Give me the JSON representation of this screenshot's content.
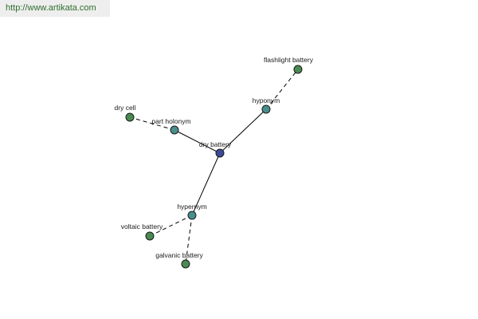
{
  "header": {
    "url_text": "http://www.artikata.com"
  },
  "colors": {
    "center_node": "#3b4a9a",
    "relation_node": "#4a8e8c",
    "term_node": "#4a8a52",
    "edge": "#000000",
    "banner_bg": "#eeeeee",
    "banner_text": "#2f6f2f"
  },
  "graph": {
    "center": {
      "id": "dry-battery",
      "label": "dry battery"
    },
    "relations": [
      {
        "id": "hyponym",
        "label": "hyponym",
        "terms": [
          {
            "id": "flashlight-battery",
            "label": "flashlight battery"
          }
        ]
      },
      {
        "id": "part-holonym",
        "label": "part holonym",
        "terms": [
          {
            "id": "dry-cell",
            "label": "dry cell"
          }
        ]
      },
      {
        "id": "hypernym",
        "label": "hypernym",
        "terms": [
          {
            "id": "voltaic-battery",
            "label": "voltaic battery"
          },
          {
            "id": "galvanic-battery",
            "label": "galvanic battery"
          }
        ]
      }
    ]
  }
}
